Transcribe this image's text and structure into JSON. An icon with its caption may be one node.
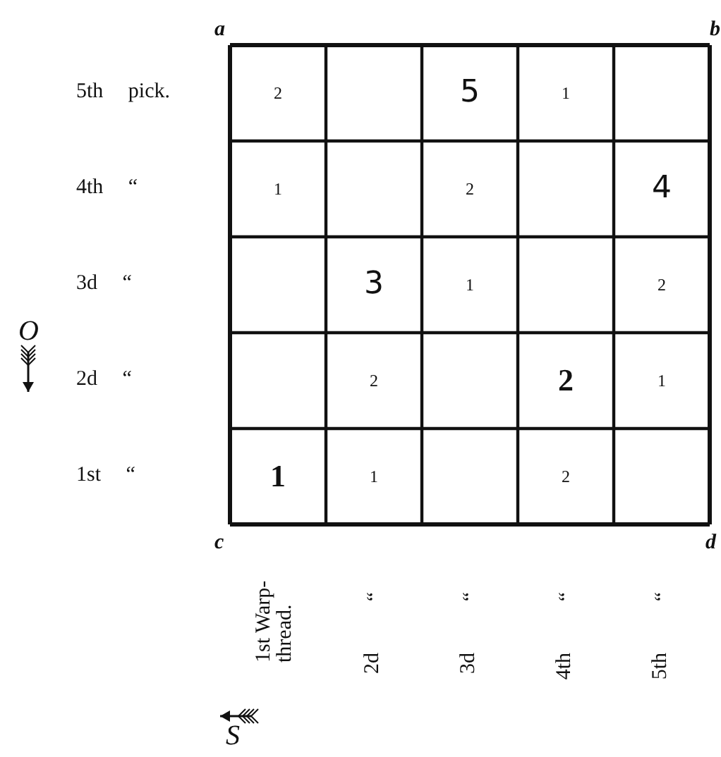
{
  "diagram": {
    "labels": [
      "a",
      "b",
      "5th pick.",
      "2",
      "5",
      "1",
      "4th “",
      "1",
      "2",
      "4",
      "O",
      "3d “",
      "3",
      "1",
      "2",
      "2d “",
      "2",
      "2",
      "1",
      "1st “",
      "1",
      "1",
      "2",
      "c",
      "d",
      "1st Warp-thread.",
      "“",
      "“",
      "“",
      "“",
      "2d",
      "3d",
      "4th",
      "5th",
      "S"
    ]
  }
}
